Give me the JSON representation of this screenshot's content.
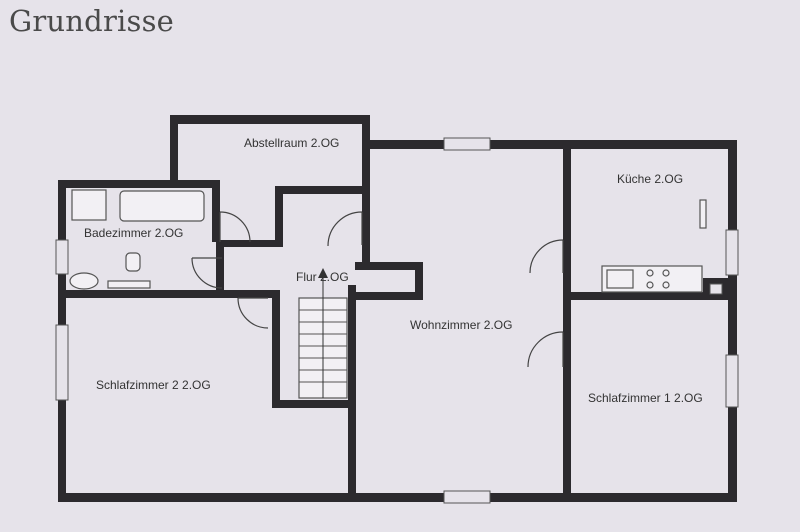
{
  "page": {
    "title": "Grundrisse"
  },
  "rooms": {
    "abstellraum": "Abstellraum 2.OG",
    "badezimmer": "Badezimmer 2.OG",
    "flur": "Flur 2.OG",
    "wohnzimmer": "Wohnzimmer 2.OG",
    "kueche": "Küche 2.OG",
    "schlafzimmer1": "Schlafzimmer 1 2.OG",
    "schlafzimmer2": "Schlafzimmer 2 2.OG"
  },
  "colors": {
    "background": "#e6e3ea",
    "wall": "#2c2a2e"
  }
}
